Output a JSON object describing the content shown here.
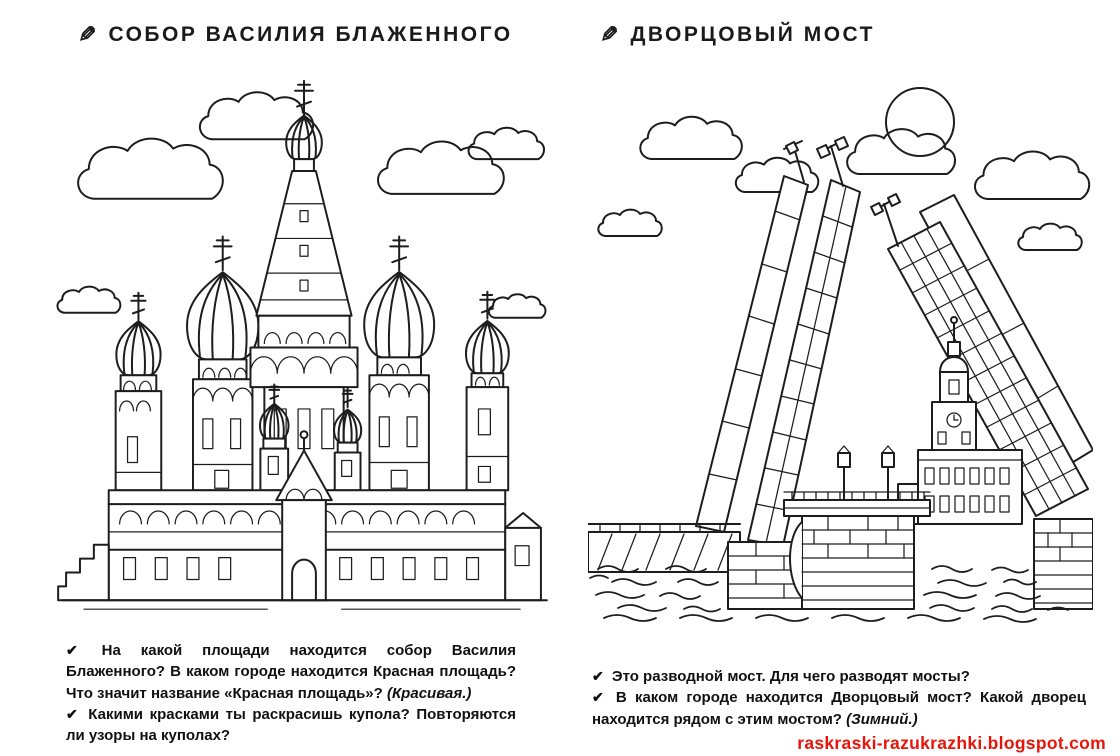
{
  "page": {
    "paper_color": "#ffffff",
    "ink_color": "#1d1d1d",
    "accent_red": "#e8150b"
  },
  "icons": {
    "pencil": "✎",
    "checkmark": "✔"
  },
  "left_panel": {
    "title": "СОБОР ВАСИЛИЯ БЛАЖЕННОГО",
    "illustration_alt": "st-basils-cathedral-line-art",
    "questions": [
      {
        "text": "На какой площади находится собор Василия Блаженного? В каком городе находится Красная площадь? Что значит название «Красная площадь»?",
        "answer": "(Красивая.)"
      },
      {
        "text": "Какими красками ты раскрасишь купола? Повторяются ли узоры на куполах?",
        "answer": ""
      }
    ]
  },
  "right_panel": {
    "title": "ДВОРЦОВЫЙ МОСТ",
    "illustration_alt": "palace-bridge-raised-line-art",
    "questions": [
      {
        "text": "Это разводной мост. Для чего разводят мосты?",
        "answer": ""
      },
      {
        "text": "В каком городе находится Дворцовый мост? Какой дворец находится рядом с этим мостом?",
        "answer": "(Зимний.)"
      }
    ]
  },
  "footer": {
    "watermark": "raskraski-razukrazhki.blogspot.com"
  }
}
